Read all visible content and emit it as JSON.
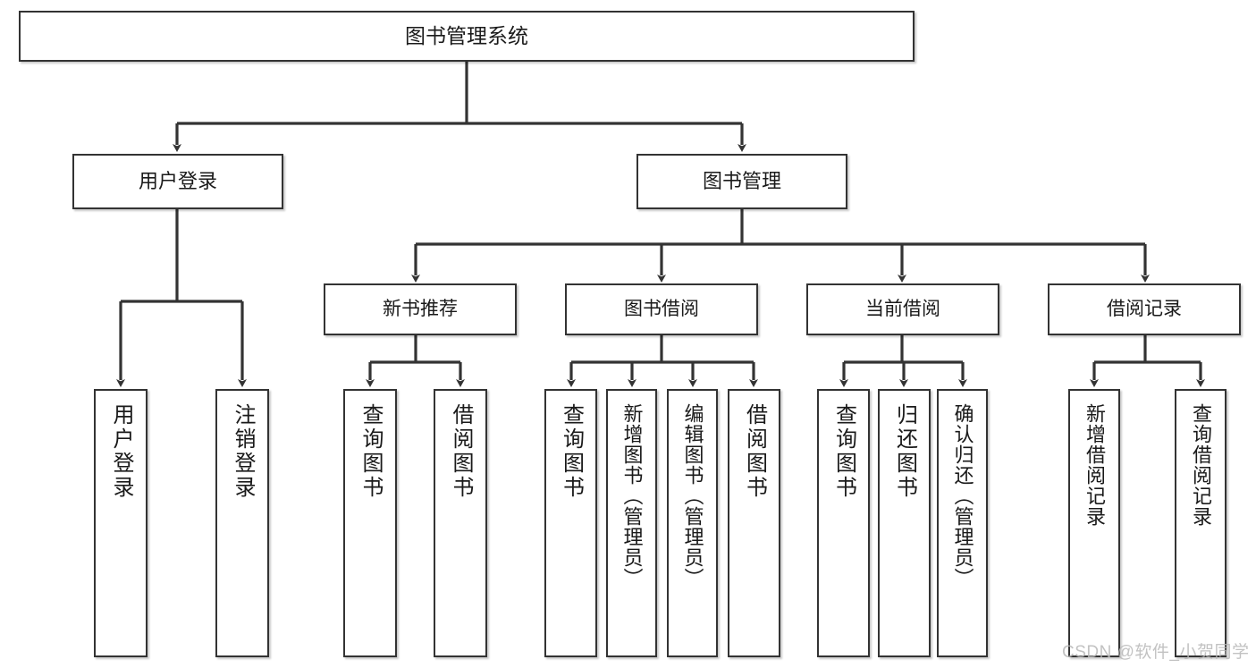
{
  "diagram": {
    "title": "图书管理系统",
    "type": "hierarchy-tree",
    "root": {
      "id": "root",
      "label": "图书管理系统"
    },
    "level2": [
      {
        "id": "user-login",
        "label": "用户登录"
      },
      {
        "id": "book-manage",
        "label": "图书管理"
      }
    ],
    "level3": [
      {
        "id": "new-book-recommend",
        "label": "新书推荐",
        "parent": "book-manage"
      },
      {
        "id": "book-borrow",
        "label": "图书借阅",
        "parent": "book-manage"
      },
      {
        "id": "current-borrow",
        "label": "当前借阅",
        "parent": "book-manage"
      },
      {
        "id": "borrow-record",
        "label": "借阅记录",
        "parent": "book-manage"
      }
    ],
    "leaves": [
      {
        "id": "leaf-user-login",
        "label": "用户登录",
        "parent": "user-login"
      },
      {
        "id": "leaf-user-logout",
        "label": "注销登录",
        "parent": "user-login"
      },
      {
        "id": "leaf-query-book-1",
        "label": "查询图书",
        "parent": "new-book-recommend"
      },
      {
        "id": "leaf-borrow-book-1",
        "label": "借阅图书",
        "parent": "new-book-recommend"
      },
      {
        "id": "leaf-query-book-2",
        "label": "查询图书",
        "parent": "book-borrow"
      },
      {
        "id": "leaf-add-book",
        "label": "新增图书（管理员）",
        "parent": "book-borrow"
      },
      {
        "id": "leaf-edit-book",
        "label": "编辑图书（管理员）",
        "parent": "book-borrow"
      },
      {
        "id": "leaf-borrow-book-2",
        "label": "借阅图书",
        "parent": "book-borrow"
      },
      {
        "id": "leaf-query-book-3",
        "label": "查询图书",
        "parent": "current-borrow"
      },
      {
        "id": "leaf-return-book",
        "label": "归还图书",
        "parent": "current-borrow"
      },
      {
        "id": "leaf-confirm-return",
        "label": "确认归还（管理员）",
        "parent": "current-borrow"
      },
      {
        "id": "leaf-add-record",
        "label": "新增借阅记录",
        "parent": "borrow-record"
      },
      {
        "id": "leaf-query-record",
        "label": "查询借阅记录",
        "parent": "borrow-record"
      }
    ]
  },
  "watermark": {
    "text": "CSDN @软件_小贺同学"
  },
  "colors": {
    "stroke": "#333333",
    "box_fill": "#ffffff",
    "text": "#1a1a1a",
    "watermark": "#b8b8b8"
  }
}
